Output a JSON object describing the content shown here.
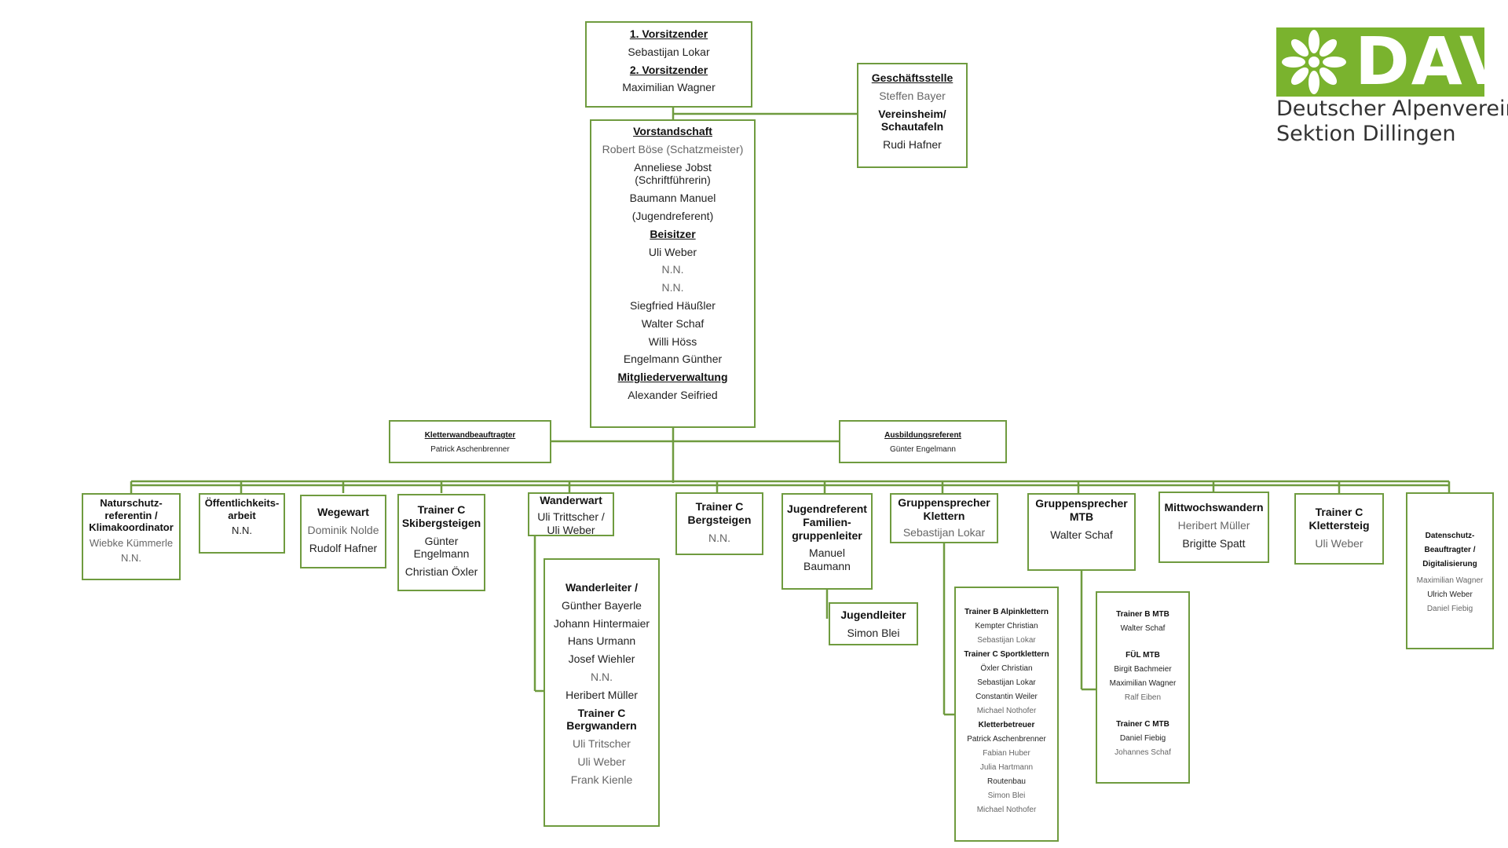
{
  "logo": {
    "mark": "DAV",
    "line1": "Deutscher Alpenverein",
    "line2": "Sektion Dillingen",
    "icon": "edelweiss-icon",
    "color": "#7ab32e"
  },
  "border_color": "#6f9b3f",
  "chair": [
    "1. Vorsitzender",
    "Sebastijan Lokar",
    "2. Vorsitzender",
    "Maximilian Wagner"
  ],
  "office": [
    "Geschäftsstelle",
    "Steffen Bayer",
    "Vereinsheim/\nSchautafeln",
    "Rudi Hafner"
  ],
  "board": [
    "Vorstandschaft",
    "Robert Böse (Schatzmeister)",
    "Anneliese Jobst\n(Schriftführerin)",
    "Baumann Manuel",
    "(Jugendreferent)",
    "Beisitzer",
    "Uli Weber",
    "N.N.",
    "N.N.",
    "Siegfried Häußler",
    "Walter Schaf",
    "Willi Höss",
    "Engelmann Günther",
    "Mitgliederverwaltung",
    "Alexander Seifried"
  ],
  "climbing_wall": [
    "Kletterwandbeauftragter",
    "Patrick Aschenbrenner"
  ],
  "training_ref": [
    "Ausbildungsreferent",
    "Günter Engelmann"
  ],
  "nature": [
    "Naturschutz-\nreferentin /\nKlimakoordinator",
    "Wiebke Kümmerle",
    "N.N."
  ],
  "public": [
    "Öffentlichkeits-\narbeit",
    "N.N."
  ],
  "path": [
    "Wegewart",
    "Dominik Nolde",
    "Rudolf Hafner"
  ],
  "ski": [
    "Trainer C\nSkibergsteigen",
    "Günter\nEngelmann",
    "Christian Öxler"
  ],
  "hiking": [
    "Wanderwart",
    "Uli Trittscher /\nUli Weber"
  ],
  "hike_leaders": [
    "Wanderleiter /",
    "Günther Bayerle",
    "Johann Hintermaier",
    "Hans Urmann",
    "Josef Wiehler",
    "N.N.",
    "Heribert Müller",
    "Trainer C\nBergwandern",
    "Uli Tritscher",
    "Uli Weber",
    "Frank Kienle"
  ],
  "mountain": [
    "Trainer C\nBergsteigen",
    "N.N."
  ],
  "youth": [
    "Jugendreferent\nFamilien-\ngruppenleiter",
    "Manuel\nBaumann"
  ],
  "youth_leader": [
    "Jugendleiter",
    "Simon Blei"
  ],
  "climb_speaker": [
    "Gruppensprecher\nKlettern",
    "Sebastijan Lokar"
  ],
  "climb_trainers": [
    "Trainer B Alpinklettern",
    "Kempter Christian",
    "Sebastijan Lokar",
    "Trainer C Sportklettern",
    "Öxler Christian",
    "Sebastijan Lokar",
    "Constantin Weiler",
    "Michael Nothofer",
    "Kletterbetreuer",
    "Patrick Aschenbrenner",
    "Fabian Huber",
    "Julia Hartmann",
    "Routenbau",
    "Simon Blei",
    "Michael Nothofer"
  ],
  "mtb_speaker": [
    "Gruppensprecher\nMTB",
    "Walter Schaf"
  ],
  "mtb_trainers": [
    "Trainer B MTB",
    "Walter Schaf",
    "FÜL MTB",
    "Birgit Bachmeier",
    "Maximilian Wagner",
    "Ralf Eiben",
    "Trainer C MTB",
    "Daniel Fiebig",
    "Johannes Schaf"
  ],
  "wednesday": [
    "Mittwochswandern",
    "Heribert Müller",
    "Brigitte Spatt"
  ],
  "via_ferrata": [
    "Trainer C\nKlettersteig",
    "Uli Weber"
  ],
  "privacy": [
    "Datenschutz-\nBeauftragter /\nDigitalisierung",
    "Maximilian Wagner",
    "Ulrich Weber",
    "Daniel Fiebig"
  ]
}
